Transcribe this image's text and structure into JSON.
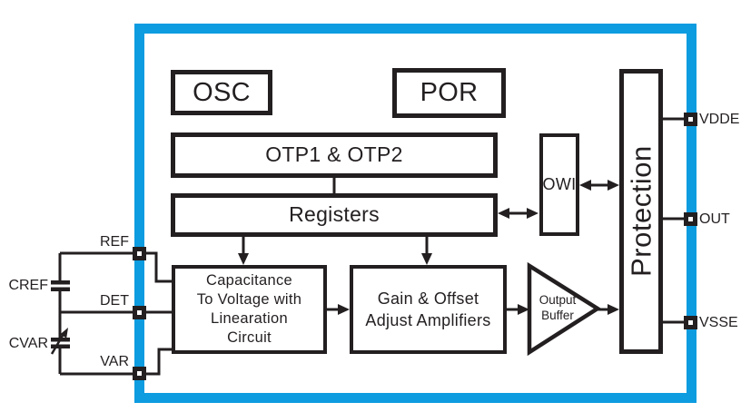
{
  "diagram": {
    "type": "ic-functional-block-diagram",
    "colors": {
      "chip_border": "#0d9ce0",
      "ink": "#231f20",
      "background": "#ffffff"
    },
    "blocks": {
      "osc": "OSC",
      "por": "POR",
      "otp": "OTP1 & OTP2",
      "registers": "Registers",
      "owi": "OWI",
      "protection": "Protection",
      "c2v_lines": [
        "Capacitance",
        "To Voltage with",
        "Linearation",
        "Circuit"
      ],
      "gain_lines": [
        "Gain & Offset",
        "Adjust Amplifiers"
      ],
      "buffer_lines": [
        "Output",
        "Buffer"
      ]
    },
    "pins": {
      "left": {
        "ref": "REF",
        "det": "DET",
        "var": "VAR"
      },
      "right": {
        "vdde": "VDDE",
        "out": "OUT",
        "vsse": "VSSE"
      }
    },
    "external_components": {
      "cref": "CREF",
      "cvar": "CVAR"
    },
    "connections": [
      "OTP1 & OTP2 - Registers",
      "Registers -> Capacitance To Voltage with Linearation Circuit",
      "Registers -> Gain & Offset Adjust Amplifiers",
      "Registers <-> OWI",
      "OWI <-> Protection",
      "Capacitance To Voltage with Linearation Circuit -> Gain & Offset Adjust Amplifiers",
      "Gain & Offset Adjust Amplifiers -> Output Buffer",
      "Output Buffer -> Protection",
      "Protection - VDDE",
      "Protection - OUT",
      "Protection - VSSE",
      "REF - chip",
      "DET - chip",
      "VAR - chip",
      "CREF between REF and DET",
      "CVAR between DET and VAR"
    ]
  }
}
